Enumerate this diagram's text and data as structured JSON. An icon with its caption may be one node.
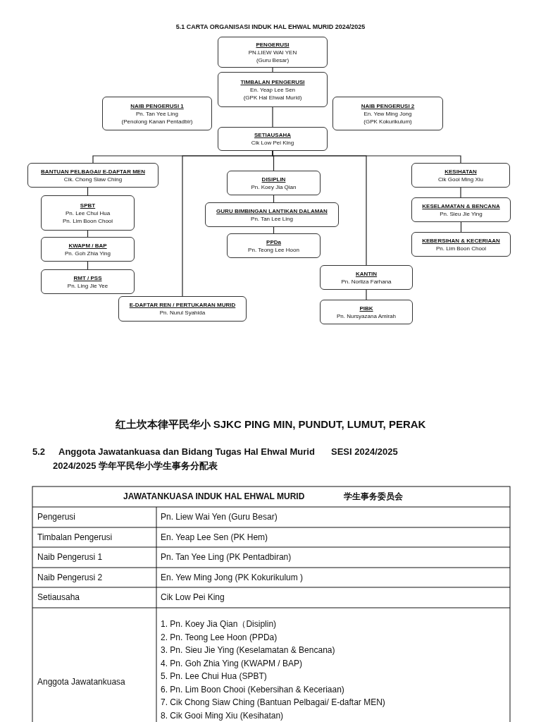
{
  "diagram": {
    "title": "5.1 CARTA ORGANISASI INDUK HAL EHWAL MURID 2024/2025",
    "nodes": [
      {
        "text": [
          "PENGERUSI",
          "PN.LIEW WAI YEN",
          "(Guru Besar)"
        ]
      },
      {
        "text": [
          "TIMBALAN PENGERUSI",
          "En. Yeap Lee Sen",
          "(GPK Hal Ehwal Murid)"
        ]
      },
      {
        "text": [
          "NAIB PENGERUSI 1",
          "Pn. Tan Yee Ling",
          "(Penolong Kanan Pentadbir)"
        ]
      },
      {
        "text": [
          "NAIB PENGERUSI 2",
          "En. Yew Ming Jong",
          "(GPK Kokurikulum)"
        ]
      },
      {
        "text": [
          "SETIAUSAHA",
          "Cik Low Pei King"
        ]
      },
      {
        "text": [
          "BANTUAN PELBAGAI/ E-DAFTAR MEN",
          "Cik. Chong Siaw Ching"
        ]
      },
      {
        "text": [
          "DISIPLIN",
          "Pn. Koey Jia Qian"
        ]
      },
      {
        "text": [
          "KESIHATAN",
          "Cik Gooi Ming Xiu"
        ]
      },
      {
        "text": [
          "SPBT",
          "Pn. Lee Chui Hua",
          "Pn. Lim Boon Chooi"
        ]
      },
      {
        "text": [
          "GURU BIMBINGAN LANTIKAN DALAMAN",
          "Pn. Tan Lee Ling"
        ]
      },
      {
        "text": [
          "KESELAMATAN & BENCANA",
          "Pn. Sieu Jie Ying"
        ]
      },
      {
        "text": [
          "KWAPM / BAP",
          "Pn. Goh Zhia Ying"
        ]
      },
      {
        "text": [
          "PPDa",
          "Pn. Teong Lee Hoon"
        ]
      },
      {
        "text": [
          "KEBERSIHAN & KECERIAAN",
          "Pn. Lim Boon Chooi"
        ]
      },
      {
        "text": [
          "KANTIN",
          "Pn. Norliza Farhana"
        ]
      },
      {
        "text": [
          "RMT / PSS",
          "Pn. Ling Jie Yee"
        ]
      },
      {
        "text": [
          "E-DAFTAR REN / PERTUKARAN MURID",
          "Pn. Nurul Syahida"
        ]
      },
      {
        "text": [
          "PIBK",
          "Pn. Nursyazana Amirah"
        ]
      }
    ],
    "edges": [
      {
        "from": 0,
        "to": 1,
        "arrow": "none"
      },
      {
        "from": 1,
        "to": 4,
        "arrow": "none"
      },
      {
        "from": 4,
        "to": 5,
        "arrow": "none"
      },
      {
        "from": 4,
        "to": 16,
        "arrow": "none"
      },
      {
        "from": 4,
        "to": 6,
        "arrow": "none"
      },
      {
        "from": 4,
        "to": 14,
        "arrow": "none"
      },
      {
        "from": 4,
        "to": 7,
        "arrow": "none"
      },
      {
        "from": 5,
        "to": 8,
        "arrow": "none"
      },
      {
        "from": 8,
        "to": 11,
        "arrow": "none"
      },
      {
        "from": 11,
        "to": 15,
        "arrow": "none"
      },
      {
        "from": 6,
        "to": 9,
        "arrow": "none"
      },
      {
        "from": 9,
        "to": 12,
        "arrow": "none"
      },
      {
        "from": 7,
        "to": 10,
        "arrow": "none"
      },
      {
        "from": 10,
        "to": 13,
        "arrow": "none"
      },
      {
        "from": 14,
        "to": 17,
        "arrow": "none"
      }
    ],
    "labels": [
      "红土坎本律平民华小 SJKC PING MIN, PUNDUT, LUMUT, PERAK",
      "5.2",
      "Anggota Jawatankuasa dan Bidang Tugas Hal Ehwal Murid",
      "SESI 2024/2025",
      "2024/2025 学年平民华小学生事务分配表",
      "JAWATANKUASA INDUK HAL EHWAL MURID",
      "学生事务委员会",
      "Pengerusi",
      "Pn. Liew Wai Yen (Guru Besar)",
      "Timbalan Pengerusi",
      "En. Yeap Lee Sen (PK Hem)",
      "Naib Pengerusi 1",
      "Pn. Tan Yee Ling (PK Pentadbiran)",
      "Naib Pengerusi 2",
      "En. Yew Ming Jong (PK Kokurikulum )",
      "Setiausaha",
      "Cik Low Pei King",
      "Anggota Jawatankuasa",
      "1. Pn. Koey Jia Qian（Disiplin)",
      "2. Pn. Teong Lee Hoon (PPDa)",
      "3. Pn. Sieu Jie Ying (Keselamatan & Bencana)",
      "4. Pn. Goh Zhia Ying (KWAPM / BAP)",
      "5. Pn. Lee Chui Hua (SPBT)",
      "6. Pn. Lim Boon Chooi (Kebersihan & Keceriaan)",
      "7. Cik Chong Siaw Ching (Bantuan Pelbagai/ E-daftar MEN)",
      "8. Cik Gooi Ming Xiu (Kesihatan)"
    ]
  }
}
